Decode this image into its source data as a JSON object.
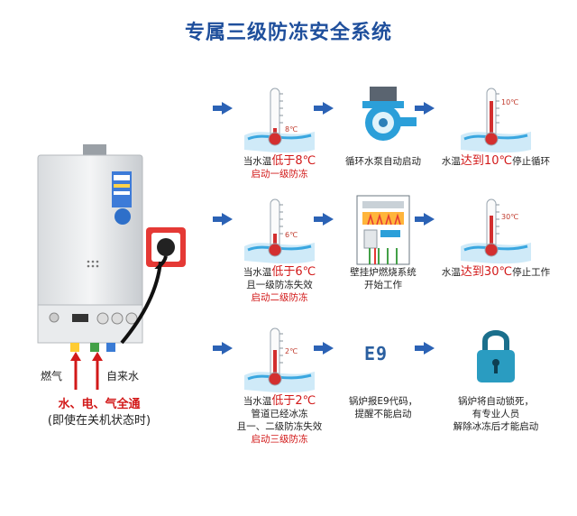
{
  "title": "专属三级防冻安全系统",
  "labels": {
    "gas": "燃气",
    "water": "自来水",
    "supply_line1": "水、电、气全通",
    "supply_line2": "(即使在关机状态时)"
  },
  "levels": [
    {
      "temp_mark": "8℃",
      "caption": [
        {
          "parts": [
            {
              "t": "当水温"
            },
            {
              "t": "低于8℃",
              "c": "big"
            }
          ]
        },
        {
          "parts": [
            {
              "t": "启动一级防冻",
              "c": "redsm"
            }
          ]
        }
      ],
      "action": {
        "icon": "pump-icon",
        "caption": [
          {
            "parts": [
              {
                "t": "循环水泵自动启动"
              }
            ]
          }
        ]
      },
      "result_temp_mark": "10℃",
      "result": [
        {
          "parts": [
            {
              "t": "水温"
            },
            {
              "t": "达到10℃",
              "c": "big"
            },
            {
              "t": "停止循环"
            }
          ]
        }
      ]
    },
    {
      "temp_mark": "6℃",
      "caption": [
        {
          "parts": [
            {
              "t": "当水温"
            },
            {
              "t": "低于6℃",
              "c": "big"
            }
          ]
        },
        {
          "parts": [
            {
              "t": "且一级防冻失效"
            }
          ]
        },
        {
          "parts": [
            {
              "t": "启动二级防冻",
              "c": "redsm"
            }
          ]
        }
      ],
      "action": {
        "icon": "burner-icon",
        "caption": [
          {
            "parts": [
              {
                "t": "壁挂炉燃烧系统"
              }
            ]
          },
          {
            "parts": [
              {
                "t": "开始工作"
              }
            ]
          }
        ]
      },
      "result_temp_mark": "30℃",
      "result": [
        {
          "parts": [
            {
              "t": "水温"
            },
            {
              "t": "达到30℃",
              "c": "big"
            },
            {
              "t": "停止工作"
            }
          ]
        }
      ]
    },
    {
      "temp_mark": "2℃",
      "caption": [
        {
          "parts": [
            {
              "t": "当水温"
            },
            {
              "t": "低于2℃",
              "c": "big"
            }
          ]
        },
        {
          "parts": [
            {
              "t": "管道已经冰冻"
            }
          ]
        },
        {
          "parts": [
            {
              "t": "且一、二级防冻失效"
            }
          ]
        },
        {
          "parts": [
            {
              "t": "启动三级防冻",
              "c": "redsm"
            }
          ]
        }
      ],
      "action": {
        "icon": "e9-code",
        "code": "E9",
        "caption": [
          {
            "parts": [
              {
                "t": "锅炉报E9代码，"
              }
            ]
          },
          {
            "parts": [
              {
                "t": "提醒不能启动"
              }
            ]
          }
        ]
      },
      "result_icon": "lock-icon",
      "result": [
        {
          "parts": [
            {
              "t": "锅炉将自动锁死，"
            }
          ]
        },
        {
          "parts": [
            {
              "t": "有专业人员"
            }
          ]
        },
        {
          "parts": [
            {
              "t": "解除冰冻后才能启动"
            }
          ]
        }
      ]
    }
  ],
  "colors": {
    "title": "#1f4f9c",
    "accent_red": "#d21919",
    "arrow_blue": "#2b62b5",
    "water_blue": "#3aa7e0"
  }
}
